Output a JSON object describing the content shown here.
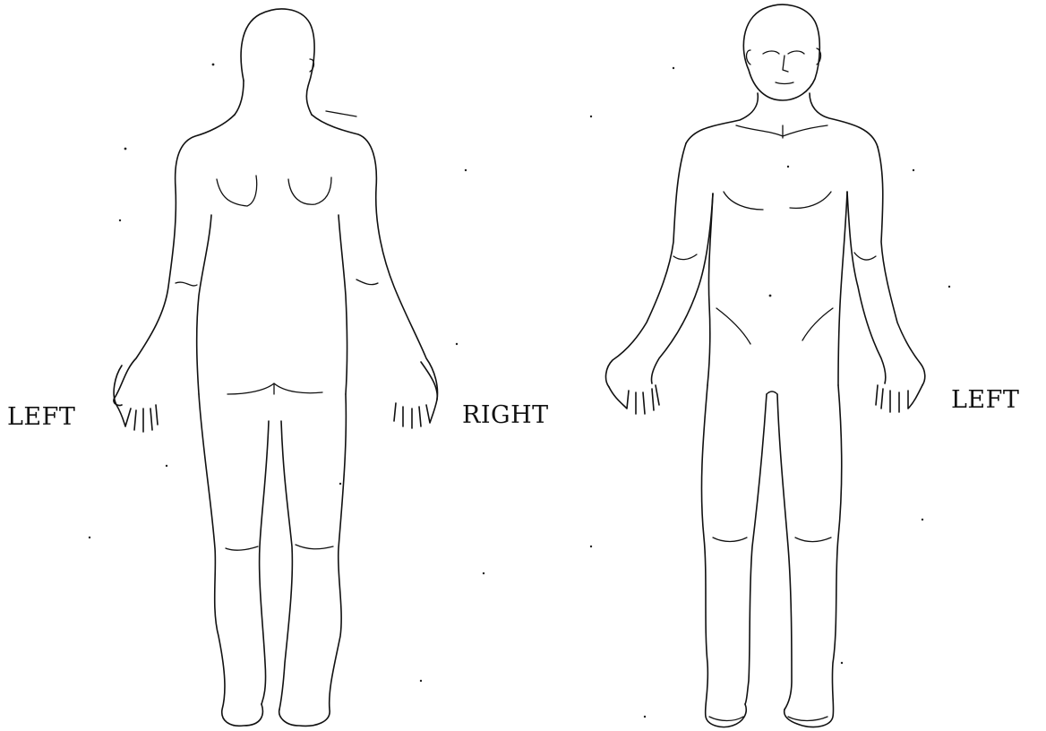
{
  "labels": {
    "back_left": "LEFT",
    "back_right": "RIGHT",
    "front_left": "LEFT"
  },
  "figures": [
    {
      "view": "back"
    },
    {
      "view": "front"
    }
  ],
  "colors": {
    "line": "#111111",
    "background": "#ffffff"
  }
}
